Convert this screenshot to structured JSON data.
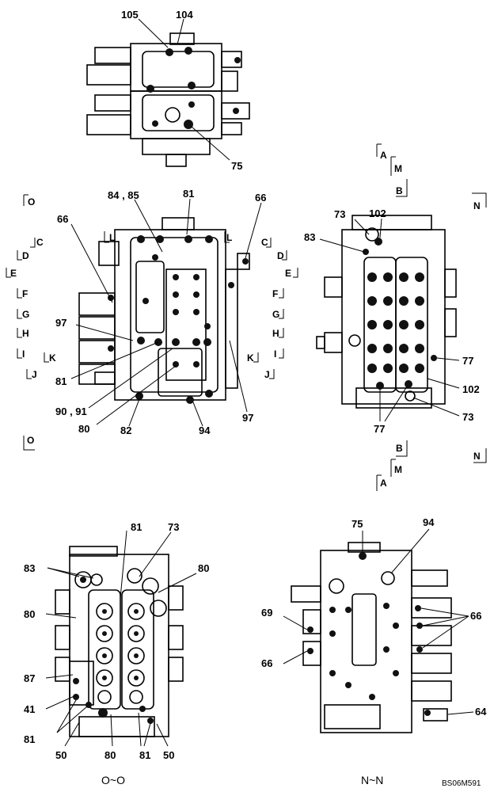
{
  "callouts": {
    "top_view": [
      "105",
      "104",
      "75"
    ],
    "front_view": [
      "84 , 85",
      "81",
      "66",
      "66",
      "97",
      "81",
      "90 , 91",
      "80",
      "82",
      "94",
      "97"
    ],
    "side_view": [
      "73",
      "102",
      "83",
      "77",
      "102",
      "73",
      "77"
    ],
    "view_o": [
      "81",
      "73",
      "83",
      "80",
      "80",
      "87",
      "41",
      "81",
      "50",
      "80",
      "81",
      "50"
    ],
    "view_n": [
      "75",
      "94",
      "69",
      "66",
      "66",
      "64"
    ]
  },
  "section_marks": {
    "front_left": [
      "O",
      "C",
      "D",
      "E",
      "F",
      "G",
      "H",
      "I",
      "K",
      "J",
      "O",
      "L"
    ],
    "front_right": [
      "L",
      "C",
      "D",
      "E",
      "F",
      "G",
      "H",
      "I",
      "K",
      "J"
    ],
    "side_top": [
      "A",
      "M",
      "B",
      "N"
    ],
    "side_bottom": [
      "B",
      "M",
      "A",
      "N"
    ]
  },
  "captions": {
    "view_o": "O~O",
    "view_n": "N~N",
    "drawing_ref": "BS06M591"
  }
}
